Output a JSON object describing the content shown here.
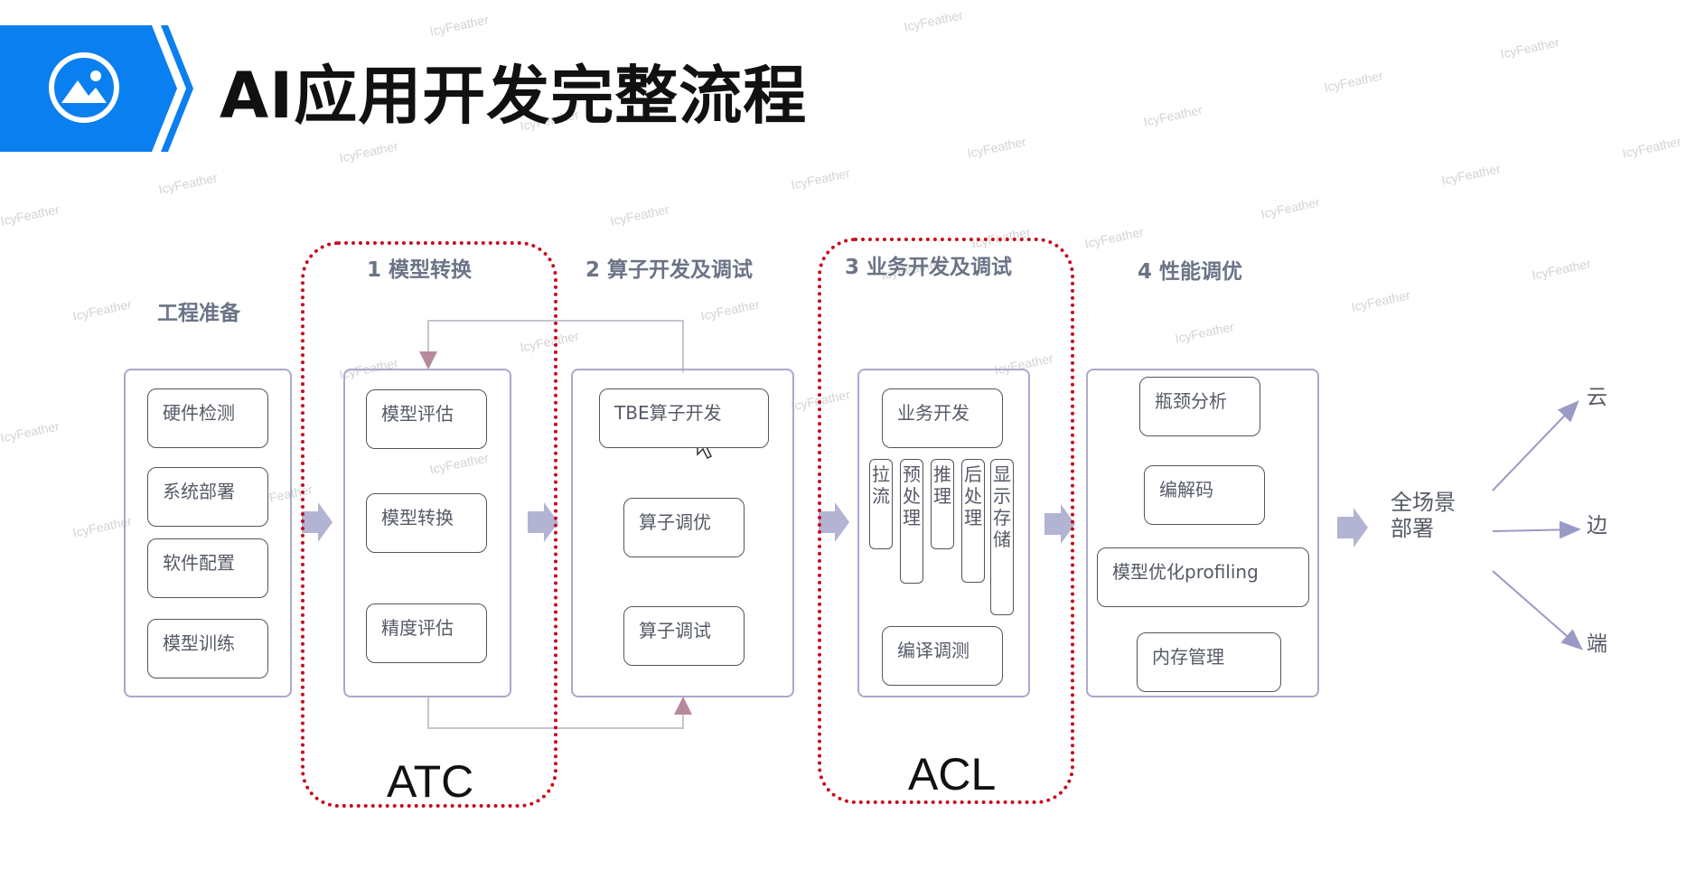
{
  "title": "AI应用开发完整流程",
  "icon": "image-icon",
  "colors": {
    "banner": "#0a7ff0",
    "group_border": "#a9a8cf",
    "atc_acl_border": "#c80a1e",
    "arrow": "#b3b3d4",
    "stage_title": "#6b7486"
  },
  "stages": {
    "prep": {
      "title": "工程准备",
      "boxes": [
        "硬件检测",
        "系统部署",
        "软件配置",
        "模型训练"
      ]
    },
    "model_convert": {
      "title": "1 模型转换",
      "boxes": [
        "模型评估",
        "模型转换",
        "精度评估"
      ]
    },
    "operator": {
      "title": "2 算子开发及调试",
      "boxes": [
        "TBE算子开发",
        "算子调优",
        "算子调试"
      ]
    },
    "business": {
      "title": "3 业务开发及调试",
      "top": "业务开发",
      "vertical": [
        "拉流",
        "预处理",
        "推理",
        "后处理",
        "显示存储"
      ],
      "bottom": "编译调测"
    },
    "perf": {
      "title": "4 性能调优",
      "boxes": [
        "瓶颈分析",
        "编解码",
        "模型优化profiling",
        "内存管理"
      ]
    }
  },
  "atc_label": "ATC",
  "acl_label": "ACL",
  "deploy_label": "全场景部署",
  "targets": [
    "云",
    "边",
    "端"
  ],
  "watermark": "IcyFeather"
}
